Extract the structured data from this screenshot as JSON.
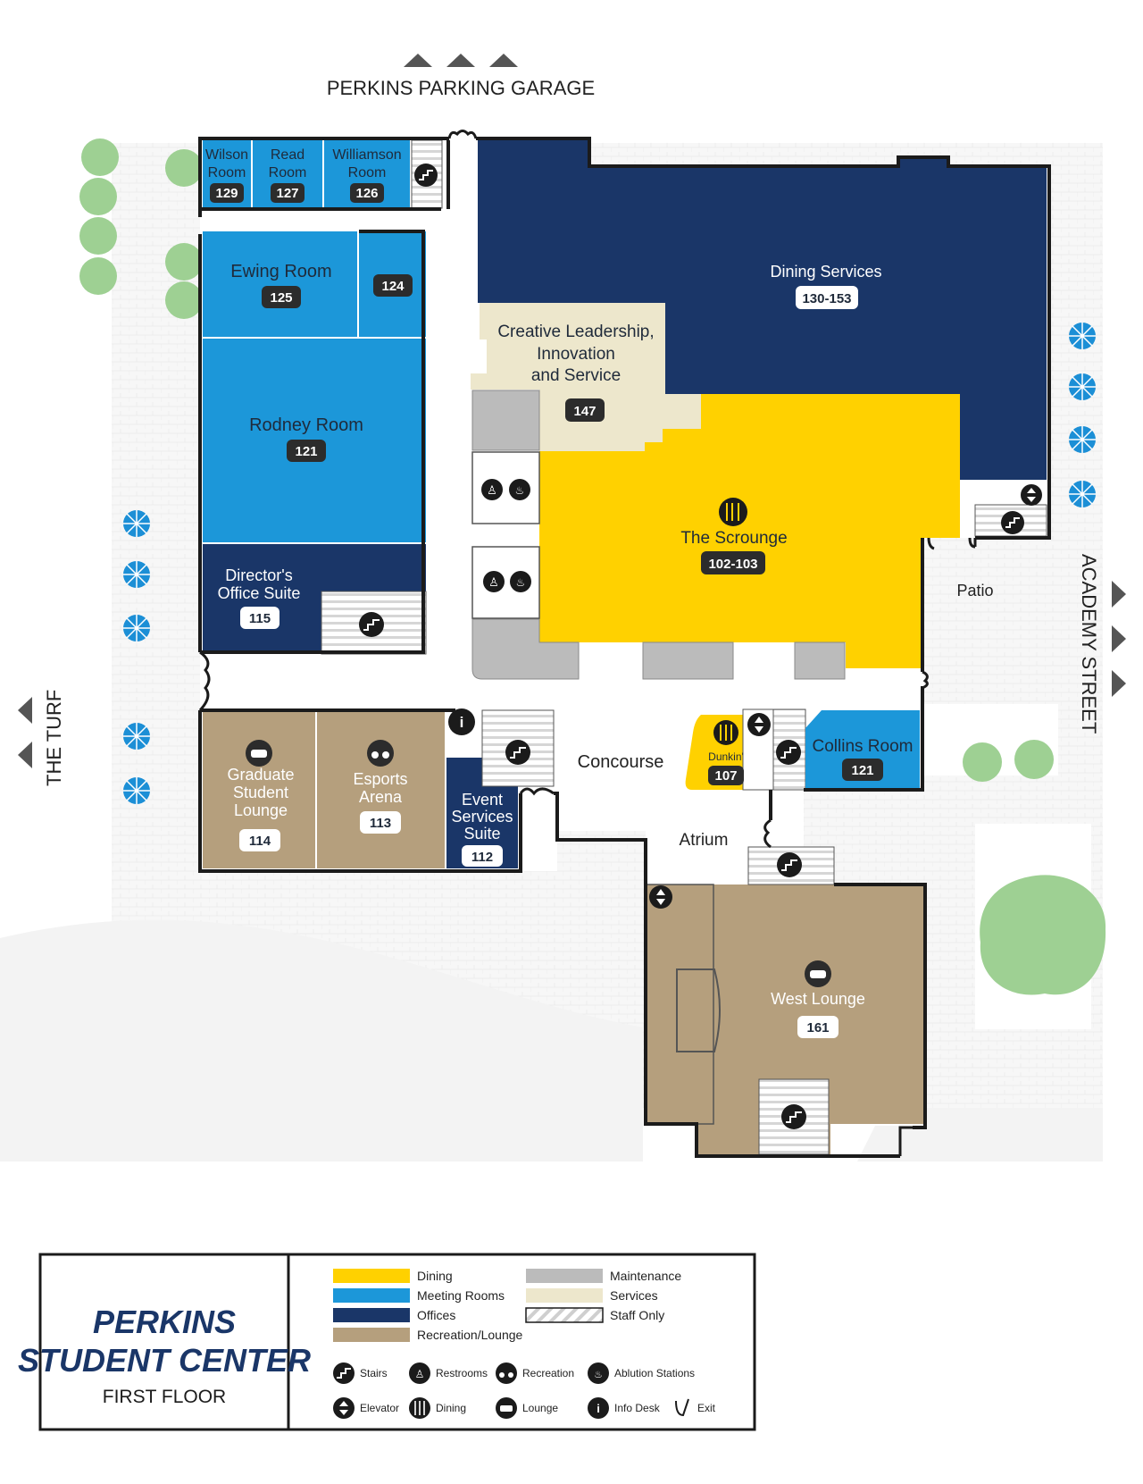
{
  "map": {
    "garage_label": "PERKINS PARKING GARAGE",
    "turf_label": "THE TURF",
    "street_label": "ACADEMY STREET",
    "patio_label": "Patio",
    "concourse_label": "Concourse",
    "atrium_label": "Atrium",
    "rooms": {
      "wilson": {
        "name1": "Wilson",
        "name2": "Room",
        "num": "129"
      },
      "read": {
        "name1": "Read",
        "name2": "Room",
        "num": "127"
      },
      "williamson": {
        "name1": "Williamson",
        "name2": "Room",
        "num": "126"
      },
      "ewing": {
        "name": "Ewing Room",
        "num": "125"
      },
      "room124": {
        "num": "124"
      },
      "rodney": {
        "name": "Rodney Room",
        "num": "121"
      },
      "director": {
        "name1": "Director's",
        "name2": "Office Suite",
        "num": "115"
      },
      "grad": {
        "name1": "Graduate",
        "name2": "Student",
        "name3": "Lounge",
        "num": "114"
      },
      "esports": {
        "name1": "Esports",
        "name2": "Arena",
        "num": "113"
      },
      "event": {
        "name1": "Event",
        "name2": "Services",
        "name3": "Suite",
        "num": "112"
      },
      "dining_services": {
        "name": "Dining Services",
        "num": "130-153"
      },
      "creative": {
        "name1": "Creative Leadership,",
        "name2": "Innovation",
        "name3": "and Service",
        "num": "147"
      },
      "scrounge": {
        "name": "The Scrounge",
        "num": "102-103"
      },
      "dunkin": {
        "name": "Dunkin'",
        "num": "107"
      },
      "collins": {
        "name": "Collins Room",
        "num": "121"
      },
      "west": {
        "name": "West Lounge",
        "num": "161"
      }
    }
  },
  "title_block": {
    "line1": "PERKINS",
    "line2": "STUDENT CENTER",
    "line3": "FIRST FLOOR"
  },
  "legend": {
    "dining": "Dining",
    "meeting": "Meeting Rooms",
    "offices": "Offices",
    "recreation": "Recreation/Lounge",
    "maintenance": "Maintenance",
    "services": "Services",
    "staff": "Staff Only",
    "icons": {
      "stairs": "Stairs",
      "restrooms": "Restrooms",
      "recreation": "Recreation",
      "ablution": "Ablution Stations",
      "elevator": "Elevator",
      "dining": "Dining",
      "lounge": "Lounge",
      "info": "Info Desk",
      "exit": "Exit"
    }
  },
  "colors": {
    "dining": "#FFD100",
    "meeting": "#1C97D9",
    "offices": "#1A3668",
    "recreation": "#B59F7D",
    "maintenance": "#BBBBBB",
    "services": "#EDE7CC",
    "tree": "#9ED093",
    "umbrella": "#1C8FD6"
  }
}
